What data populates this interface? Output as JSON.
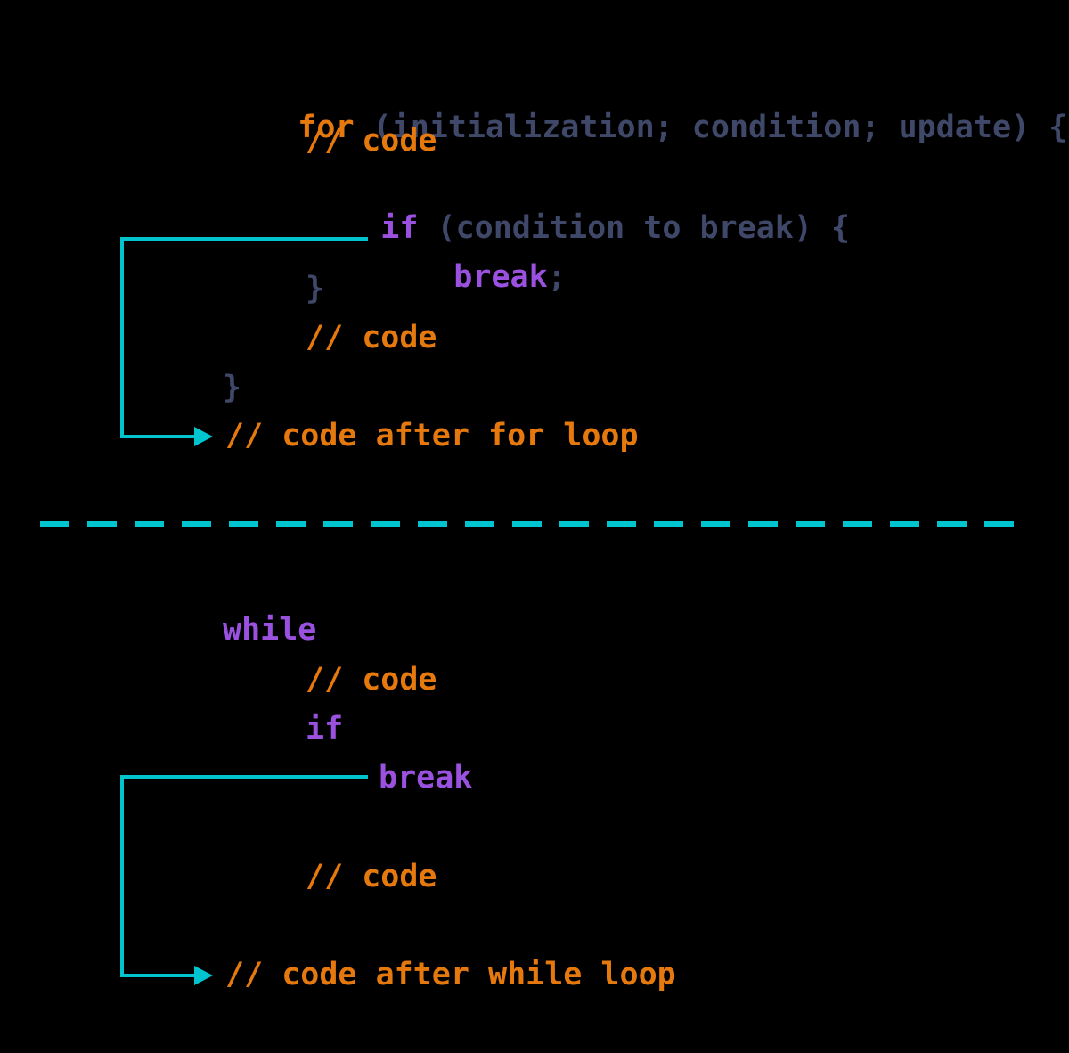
{
  "colors": {
    "background": "#000000",
    "keyword_orange": "#E5790E",
    "keyword_purple": "#9B51E0",
    "code_navy": "#3F4868",
    "arrow_cyan": "#00C5CE"
  },
  "for_section": {
    "for_keyword": "for",
    "for_signature": "(initialization; condition; update) {",
    "comment_1": "// code",
    "if_keyword": "if",
    "if_condition": "(condition to break) {",
    "break_keyword": "break",
    "break_semicolon": ";",
    "if_close_brace": "}",
    "comment_2": "// code",
    "for_close_brace": "}",
    "after_loop_comment": "// code after for loop"
  },
  "while_section": {
    "while_keyword": "while",
    "comment_1": "// code",
    "if_keyword": "if",
    "break_keyword": "break",
    "comment_2": "// code",
    "after_loop_comment": "// code after while loop"
  }
}
